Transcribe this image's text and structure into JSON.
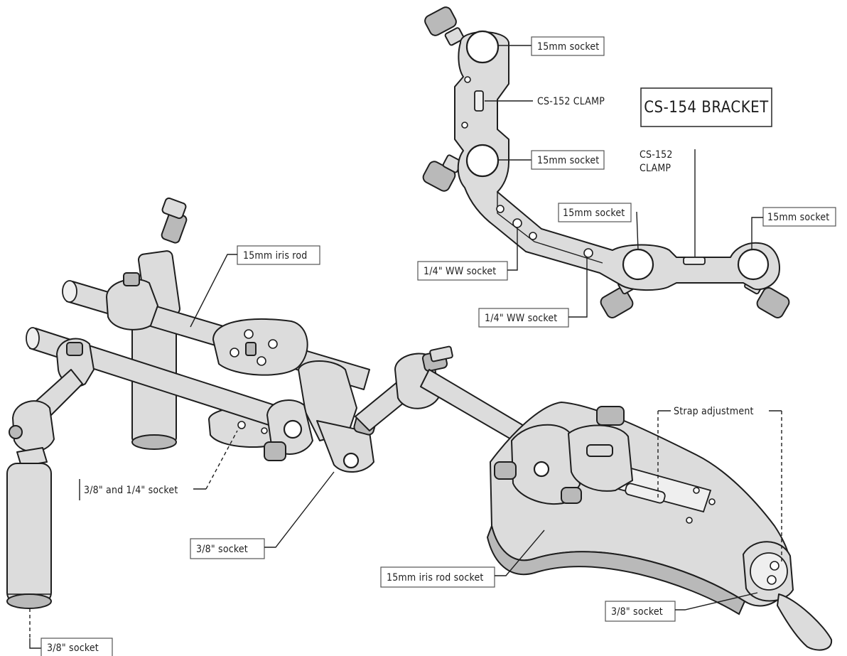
{
  "title": "CS-154 BRACKET",
  "labels": {
    "bracket_socket_top": "15mm socket",
    "bracket_clamp_left": "CS-152 CLAMP",
    "bracket_socket_mid": "15mm socket",
    "bracket_clamp_right_line1": "CS-152",
    "bracket_clamp_right_line2": "CLAMP",
    "bracket_socket_inner_right": "15mm socket",
    "bracket_socket_far_right": "15mm socket",
    "bracket_ww_socket_upper": "1/4\" WW socket",
    "bracket_ww_socket_lower": "1/4\" WW socket",
    "iris_rod": "15mm iris rod",
    "strap_adjustment": "Strap adjustment",
    "combo_socket": "3/8\" and 1/4\" socket",
    "arm_socket": "3/8\" socket",
    "iris_rod_socket": "15mm iris rod socket",
    "pad_socket": "3/8\" socket",
    "handle_socket": "3/8\" socket"
  }
}
